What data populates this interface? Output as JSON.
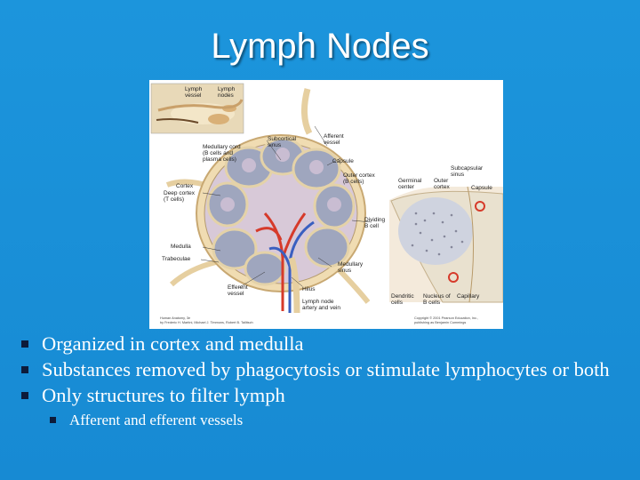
{
  "slide": {
    "title": "Lymph Nodes"
  },
  "figure": {
    "labels": {
      "lymph_vessel": "Lymph\nvessel",
      "lymph_nodes": "Lymph\nnodes",
      "subcortical_sinus": "Subcortical\nsinus",
      "afferent_vessel": "Afferent\nvessel",
      "medullary_cord": "Medullary cord\n(B cells and\nplasma cells)",
      "capsule": "Capsule",
      "outer_cortex_b": "Outer cortex\n(B cells)",
      "subcapsular_sinus": "Subcapsular\nsinus",
      "germinal_center": "Germinal\ncenter",
      "outer_cortex": "Outer\ncortex",
      "capsule_right": "Capsule",
      "cortex": "Cortex",
      "deep_cortex": "Deep cortex\n(T cells)",
      "dividing_b_cell": "Dividing\nB cell",
      "medulla": "Medulla",
      "trabeculae": "Trabeculae",
      "medullary_sinus": "Medullary\nsinus",
      "efferent_vessel": "Efferent\nvessel",
      "hilus": "Hilus",
      "lymph_node_artery": "Lymph node\nartery and vein",
      "dendritic_cells": "Dendritic\ncells",
      "nucleus_b_cells": "Nucleus of\nB cells",
      "capillary": "Capillary"
    },
    "credit_left": "Human Anatomy, 3e\nby Frederic H. Martini, Michael J. Timmons, Robert B. Tallitsch",
    "credit_right": "Copyright © 2001 Pearson Education, Inc.,\npublishing as Benjamin Cummings"
  },
  "bullets": [
    {
      "text": "Organized in cortex and medulla"
    },
    {
      "text": "Substances removed by phagocytosis or stimulate lymphocytes or both"
    },
    {
      "text": "Only structures to filter lymph"
    }
  ],
  "sub_bullets": [
    {
      "text": "Afferent and efferent vessels"
    }
  ]
}
